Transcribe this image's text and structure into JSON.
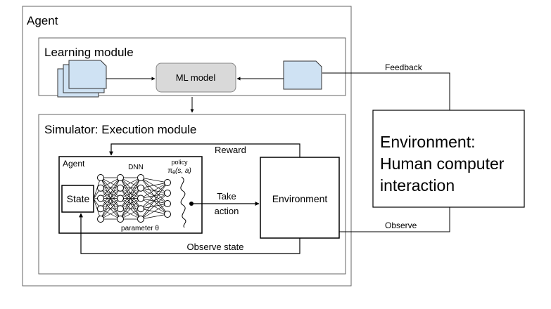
{
  "agent_outer": {
    "title": "Agent"
  },
  "learning_module": {
    "title": "Learning module",
    "ml_model_label": "ML model"
  },
  "simulator": {
    "title": "Simulator: Execution module",
    "inner_agent_label": "Agent",
    "state_label": "State",
    "dnn_label": "DNN",
    "policy_label": "policy",
    "policy_symbol_prefix": "π",
    "policy_symbol_subscript": "θ",
    "policy_symbol_args": "(s, a)",
    "parameter_label": "parameter θ",
    "reward_label": "Reward",
    "take_action_line1": "Take",
    "take_action_line2": "action",
    "observe_state_label": "Observe state",
    "environment_label": "Environment"
  },
  "env_box": {
    "line1": "Environment:",
    "line2": "Human computer",
    "line3": "interaction"
  },
  "feedback_label": "Feedback",
  "observe_label": "Observe",
  "colors": {
    "doc_fill": "#cfe2f3",
    "ml_fill": "#d9d9d9",
    "stroke": "#000000",
    "frame_stroke": "#666666"
  }
}
